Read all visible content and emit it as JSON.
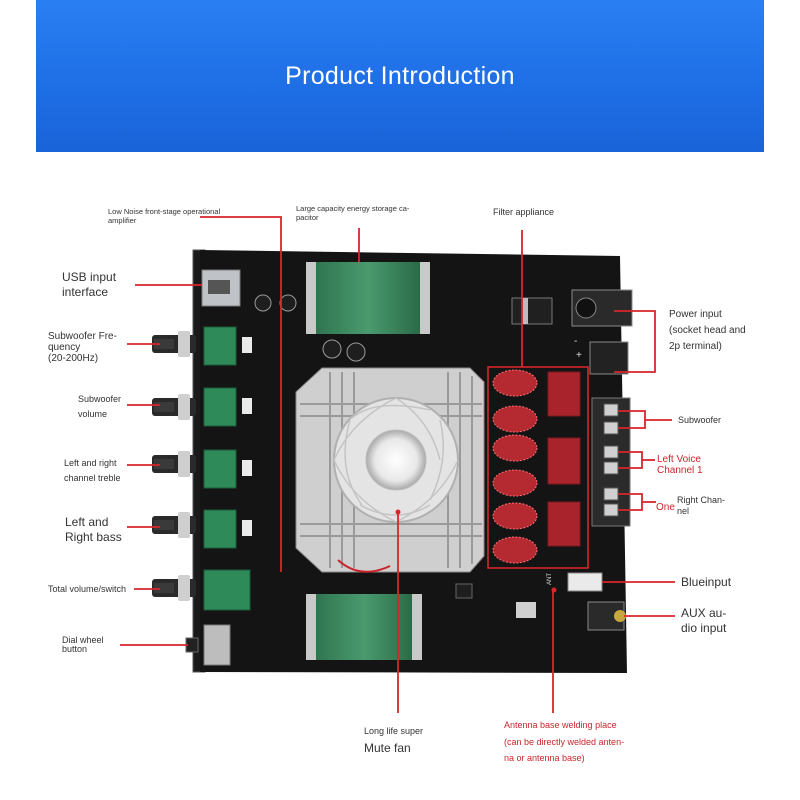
{
  "banner": {
    "title": "Product Introduction"
  },
  "colors": {
    "banner": "#1f6fe6",
    "callout_line": "#d8262b",
    "board": "#141414",
    "capacitor": "#2f7f55",
    "heatsink": "#d9d9d9",
    "inductor": "#c8323a"
  },
  "labels": {
    "low_noise_amp": "Low Noise front-stage operational\namplifier",
    "energy_cap": "Large capacity energy storage ca-\npacitor",
    "filter": "Filter appliance",
    "usb": "USB input\ninterface",
    "sub_freq": "Subwoofer Fre-\nquency\n(20-200Hz)",
    "sub_volume": "Subwoofer\nvolume",
    "treble": "Left and right\nchannel treble",
    "bass": "Left and\nRight bass",
    "total_volume": "Total volume/switch",
    "dial": "Dial wheel\nbutton",
    "power": "Power input\n(socket head and\n2p terminal)",
    "subwoofer_out": "Subwoofer",
    "left_voice": "Left Voice\nChannel 1",
    "right_channel": "Right Chan-\nnel",
    "one": "One",
    "bluetooth": "Blueinput",
    "aux": "AUX au-\ndio input",
    "fan_small": "Long life super",
    "fan": "Mute fan",
    "antenna": "Antenna base welding place\n(can be directly welded anten-\nna or antenna base)"
  },
  "board_marks": {
    "plus": "+",
    "minus": "-",
    "ant": "ANT"
  }
}
